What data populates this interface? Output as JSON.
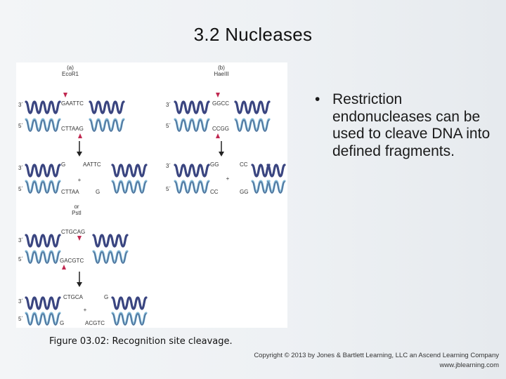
{
  "slide": {
    "title": "3.2  Nucleases"
  },
  "figure": {
    "panel_a": {
      "label": "(a)",
      "enzyme": "EcoR1"
    },
    "panel_b": {
      "label": "(b)",
      "enzyme": "HaeIII"
    },
    "strand_3": "3´",
    "strand_5": "5´",
    "a_top_seq": "GAATTC",
    "a_bottom_seq": "CTTAAG",
    "a_cut_top_left": "G",
    "a_cut_top_right": "AATTC",
    "a_cut_bottom_left": "CTTAA",
    "a_cut_bottom_right": "G",
    "plus": "+",
    "or_label": "or",
    "alt_enzyme": "PstI",
    "a2_top_seq": "CTGCAG",
    "a2_bottom_seq": "GACGTC",
    "a2_cut_top_left": "CTGCA",
    "a2_cut_top_right": "G",
    "a2_cut_bottom_left": "G",
    "a2_cut_bottom_right": "ACGTC",
    "b_top_seq": "GGCC",
    "b_bottom_seq": "CCGG",
    "b_cut_top_left": "GG",
    "b_cut_top_right": "CC",
    "b_cut_bottom_left": "CC",
    "b_cut_bottom_right": "GG",
    "colors": {
      "strand_top": "#3a4580",
      "strand_bottom": "#86bdd9",
      "cut_arrow": "#c02850",
      "arrow": "#222222"
    }
  },
  "caption": "Figure 03.02: Recognition site cleavage.",
  "bullets": [
    "Restriction endonucleases can be used to cleave DNA into defined fragments."
  ],
  "copyright": {
    "line1": "Copyright © 2013 by Jones & Bartlett Learning, LLC an Ascend Learning Company",
    "line2": "www.jblearning.com"
  }
}
